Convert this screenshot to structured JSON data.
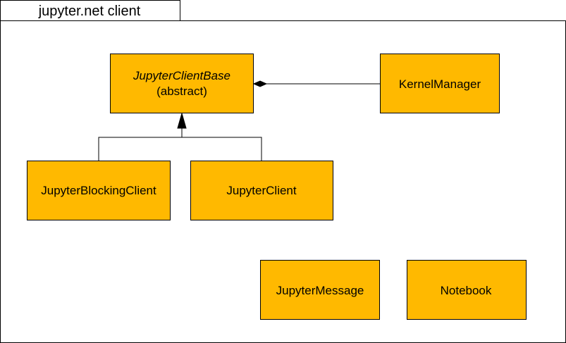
{
  "colors": {
    "class_fill": "#ffb900",
    "stroke": "#000000"
  },
  "package": {
    "title": "jupyter.net client"
  },
  "classes": {
    "base": {
      "name": "JupyterClientBase",
      "stereotype": "(abstract)"
    },
    "kernel_manager": {
      "name": "KernelManager"
    },
    "blocking_client": {
      "name": "JupyterBlockingClient"
    },
    "client": {
      "name": "JupyterClient"
    },
    "message": {
      "name": "JupyterMessage"
    },
    "notebook": {
      "name": "Notebook"
    }
  },
  "relationships": [
    {
      "type": "composition",
      "from": "kernel_manager",
      "to": "base"
    },
    {
      "type": "inheritance",
      "from": "blocking_client",
      "to": "base"
    },
    {
      "type": "inheritance",
      "from": "client",
      "to": "base"
    }
  ]
}
